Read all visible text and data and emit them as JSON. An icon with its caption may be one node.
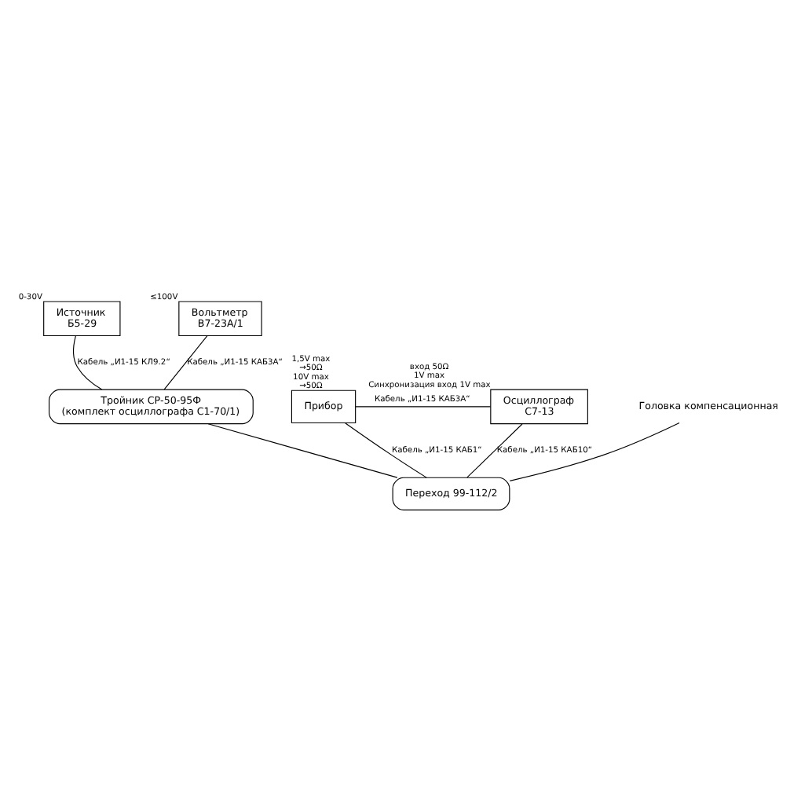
{
  "diagram": {
    "nodes": [
      {
        "text": [
          "Источник",
          "Б5-29"
        ],
        "beside": [
          "0-30V"
        ]
      },
      {
        "text": [
          "Вольтметр",
          "В7-23А/1"
        ],
        "beside": [
          "≤100V"
        ]
      },
      {
        "text": [
          "Прибор"
        ],
        "beside": [
          "1,5V max",
          "→50Ω",
          "10V max",
          "→50Ω"
        ]
      },
      {
        "text": [
          "Осциллограф",
          "С7-13"
        ],
        "beside": [
          "вход 50Ω",
          "1V max",
          "Синхронизация вход 1V max"
        ]
      },
      {
        "text": [
          "Тройник СР-50-95Ф",
          "(комплект осциллографа С1-70/1)"
        ]
      },
      {
        "text": [
          "Переход 99-112/2"
        ]
      },
      {
        "text": [
          "Головка компенсационная"
        ]
      }
    ],
    "edges": [
      {
        "from": 0,
        "to": 4,
        "arrow": "none",
        "label": "Кабель „И1-15 КЛ9.2“"
      },
      {
        "from": 1,
        "to": 4,
        "arrow": "none",
        "label": "Кабель „И1-15 КАБ3А“"
      },
      {
        "from": 4,
        "to": 5,
        "arrow": "none"
      },
      {
        "from": 2,
        "to": 5,
        "arrow": "none",
        "label": "Кабель „И1-15 КАБ1“"
      },
      {
        "from": 3,
        "to": 5,
        "arrow": "none",
        "label": "Кабель „И1-15 КАБ10“"
      },
      {
        "from": 2,
        "to": 3,
        "arrow": "none",
        "label": "Кабель „И1-15 КАБ3А“"
      },
      {
        "from": 6,
        "to": 5,
        "arrow": "none"
      }
    ]
  }
}
